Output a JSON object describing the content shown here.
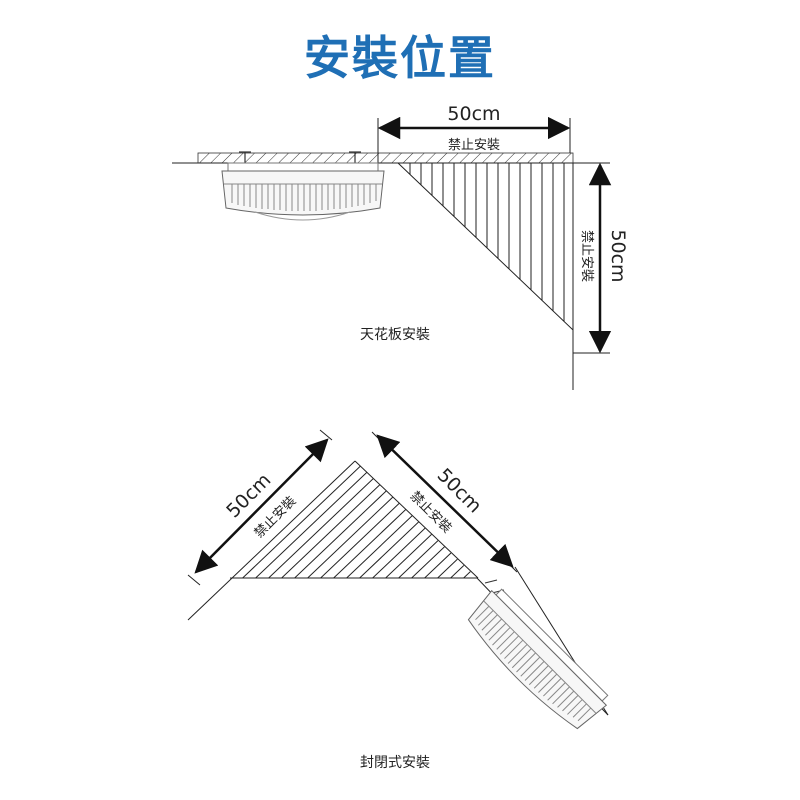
{
  "title": "安裝位置",
  "ceiling": {
    "distance_h": "50cm",
    "forbid_h": "禁止安裝",
    "distance_v": "50cm",
    "forbid_v": "禁止安裝",
    "caption": "天花板安裝"
  },
  "corner": {
    "distance_left": "50cm",
    "forbid_left": "禁止安裝",
    "distance_right": "50cm",
    "forbid_right": "禁止安裝",
    "caption": "封閉式安裝"
  },
  "colors": {
    "title": "#1f6fb5",
    "line": "#222222"
  }
}
